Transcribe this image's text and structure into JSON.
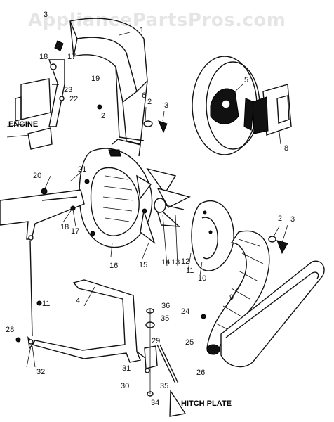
{
  "watermark": "AppliancePartsPros.com",
  "labels": {
    "engine": "ENGINE",
    "hitch_plate": "HITCH PLATE"
  },
  "callouts": [
    "1",
    "2",
    "3",
    "4",
    "5",
    "6",
    "8",
    "9",
    "10",
    "11",
    "12",
    "13",
    "14",
    "15",
    "16",
    "17",
    "18",
    "19",
    "20",
    "21",
    "22",
    "23",
    "24",
    "25",
    "26",
    "28",
    "29",
    "30",
    "31",
    "32",
    "34",
    "35",
    "36"
  ]
}
